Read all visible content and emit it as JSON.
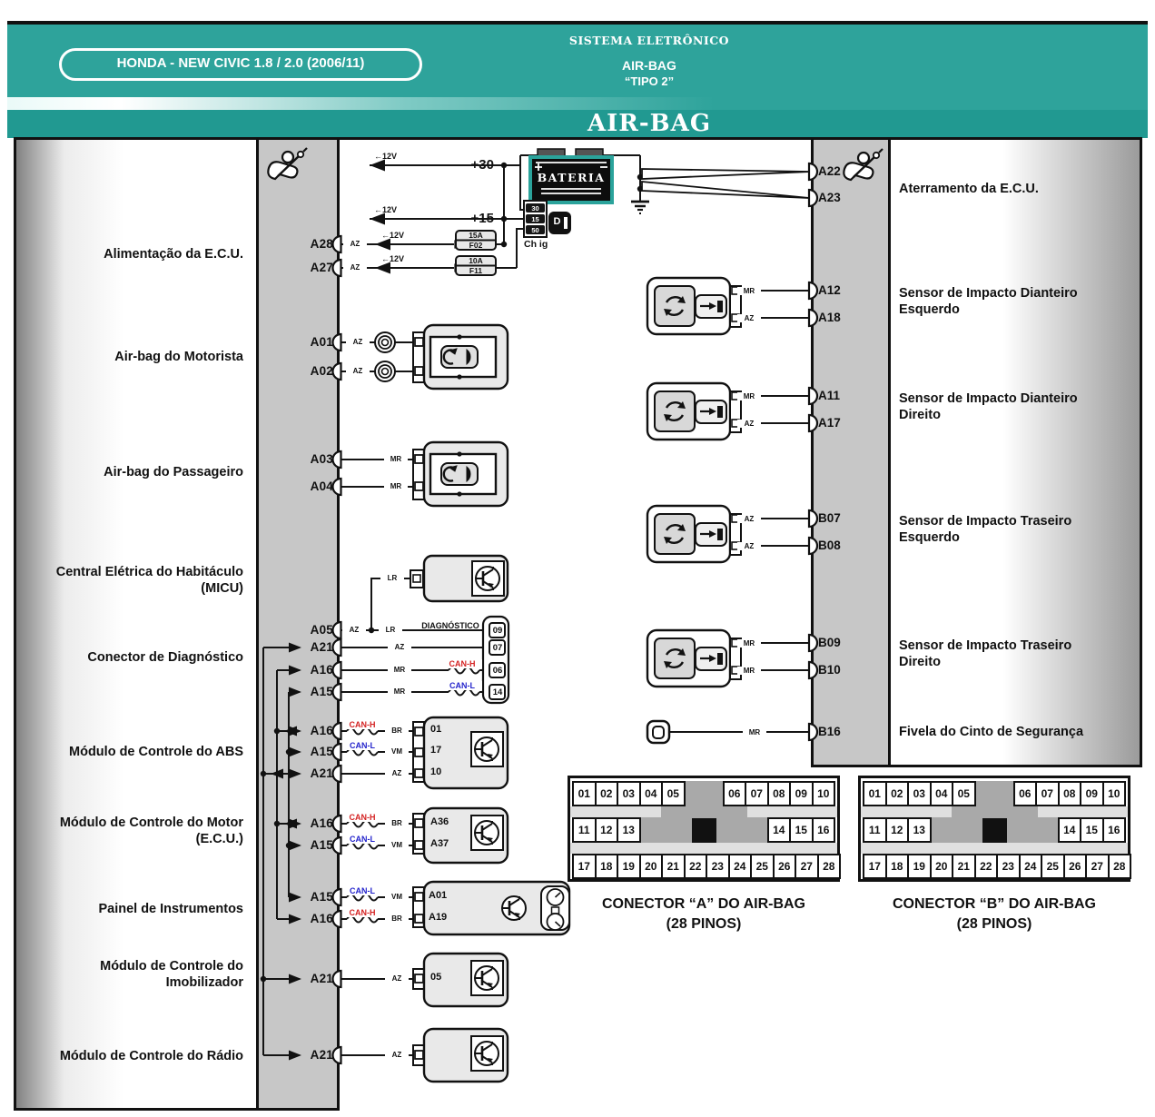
{
  "header": {
    "badge": "HONDA - NEW CIVIC 1.8 / 2.0 (2006/11)",
    "system_label": "SISTEMA ELETRÔNICO",
    "system_name": "AIR-BAG",
    "system_type": "“TIPO 2”",
    "band_title": "AIR-BAG"
  },
  "colors": {
    "teal": "#2ea39b",
    "teal_dark": "#219991",
    "can_h": "#d42222",
    "can_l": "#2424cc"
  },
  "power": {
    "plus30": "+30",
    "plus15": "+15",
    "v12": "←12V",
    "battery": "BATERIA",
    "ignition_pins": [
      "30",
      "15",
      "50"
    ],
    "ignition_label": "Ch ig",
    "key_glyph": "D",
    "fuse1_amp": "15A",
    "fuse1_id": "F02",
    "fuse2_amp": "10A",
    "fuse2_id": "F11"
  },
  "diagnostic": {
    "label": "DIAGNÓSTICO",
    "pins": [
      "09",
      "07",
      "06",
      "14"
    ]
  },
  "left_labels": {
    "alimentacao": "Alimentação da E.C.U.",
    "motorista": "Air-bag do Motorista",
    "passageiro": "Air-bag do Passageiro",
    "micu": "Central Elétrica do Habitáculo\n(MICU)",
    "diagnostico": "Conector de Diagnóstico",
    "abs": "Módulo de Controle do ABS",
    "motor": "Módulo de Controle do Motor\n(E.C.U.)",
    "painel": "Painel de Instrumentos",
    "imobilizador": "Módulo de Controle do\nImobilizador",
    "radio": "Módulo de Controle do Rádio"
  },
  "right_labels": {
    "aterramento": "Aterramento da E.C.U.",
    "dianteiro_esq": "Sensor de Impacto Dianteiro\nEsquerdo",
    "dianteiro_dir": "Sensor de Impacto Dianteiro\nDireito",
    "traseiro_esq": "Sensor de Impacto Traseiro\nEsquerdo",
    "traseiro_dir": "Sensor de Impacto Traseiro\nDireito",
    "fivela": "Fivela do Cinto de Segurança"
  },
  "micu_wire": "LR",
  "mid_rows": [
    {
      "pin": "A28",
      "w1": "AZ"
    },
    {
      "pin": "A27",
      "w1": "AZ"
    },
    {
      "pin": "A01",
      "w1": "AZ"
    },
    {
      "pin": "A02",
      "w1": "AZ"
    },
    {
      "pin": "A03",
      "w1": "MR"
    },
    {
      "pin": "A04",
      "w1": "MR"
    },
    {
      "pin": "A05",
      "w1": "AZ",
      "w2": "LR"
    },
    {
      "pin": "A21",
      "w1": "AZ"
    },
    {
      "pin": "A16",
      "w1": "MR",
      "can": "CAN-H"
    },
    {
      "pin": "A15",
      "w1": "MR",
      "can": "CAN-L"
    },
    {
      "pin": "A16",
      "can": "CAN-H",
      "w1": "BR",
      "dest": "01"
    },
    {
      "pin": "A15",
      "can": "CAN-L",
      "w1": "VM",
      "dest": "17"
    },
    {
      "pin": "A21",
      "w1": "AZ",
      "dest": "10"
    },
    {
      "pin": "A16",
      "can": "CAN-H",
      "w1": "BR",
      "dest": "A36"
    },
    {
      "pin": "A15",
      "can": "CAN-L",
      "w1": "VM",
      "dest": "A37"
    },
    {
      "pin": "A15",
      "can": "CAN-L",
      "w1": "VM",
      "dest": "A01"
    },
    {
      "pin": "A16",
      "can": "CAN-H",
      "w1": "BR",
      "dest": "A19"
    },
    {
      "pin": "A21",
      "w1": "AZ",
      "dest": "05"
    },
    {
      "pin": "A21",
      "w1": "AZ"
    }
  ],
  "right_rows": [
    {
      "pin": "A22"
    },
    {
      "pin": "A23"
    },
    {
      "pin": "A12",
      "w": "MR"
    },
    {
      "pin": "A18",
      "w": "AZ"
    },
    {
      "pin": "A11",
      "w": "MR"
    },
    {
      "pin": "A17",
      "w": "AZ"
    },
    {
      "pin": "B07",
      "w": "AZ"
    },
    {
      "pin": "B08",
      "w": "AZ"
    },
    {
      "pin": "B09",
      "w": "MR"
    },
    {
      "pin": "B10",
      "w": "MR"
    },
    {
      "pin": "B16",
      "w": "MR"
    }
  ],
  "connectors": {
    "a_title": "CONECTOR “A” DO AIR-BAG",
    "b_title": "CONECTOR “B” DO AIR-BAG",
    "subtitle": "(28 PINOS)",
    "row1_left": [
      "01",
      "02",
      "03",
      "04",
      "05"
    ],
    "row1_right": [
      "06",
      "07",
      "08",
      "09",
      "10"
    ],
    "row2_left": [
      "11",
      "12",
      "13"
    ],
    "row2_right": [
      "14",
      "15",
      "16"
    ],
    "row3": [
      "17",
      "18",
      "19",
      "20",
      "21",
      "22",
      "23",
      "24",
      "25",
      "26",
      "27",
      "28"
    ]
  }
}
